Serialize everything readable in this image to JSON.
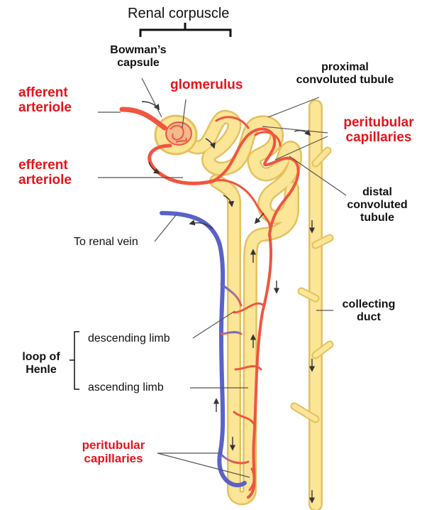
{
  "diagram": {
    "header": "Renal corpuscle",
    "labels": {
      "bowmans_capsule": [
        "Bowman’s",
        "capsule"
      ],
      "glomerulus": "glomerulus",
      "afferent_arteriole": [
        "afferent",
        "arteriole"
      ],
      "efferent_arteriole": [
        "efferent",
        "arteriole"
      ],
      "proximal_tubule": [
        "proximal",
        "convoluted tubule"
      ],
      "peritubular_top": [
        "peritubular",
        "capillaries"
      ],
      "distal_tubule": [
        "distal",
        "convoluted",
        "tubule"
      ],
      "to_renal_vein": "To renal vein",
      "collecting_duct": [
        "collecting",
        "duct"
      ],
      "descending_limb": "descending limb",
      "ascending_limb": "ascending limb",
      "loop_of_henle": [
        "loop of",
        "Henle"
      ],
      "peritubular_bottom": [
        "peritubular",
        "capillaries"
      ]
    },
    "colors": {
      "tubule": "#fbe596",
      "tubule_edge": "#e4c160",
      "artery": "#f0553f",
      "vein": "#5a62c8",
      "label_red": "#e5141a",
      "leader": "#555555"
    }
  }
}
